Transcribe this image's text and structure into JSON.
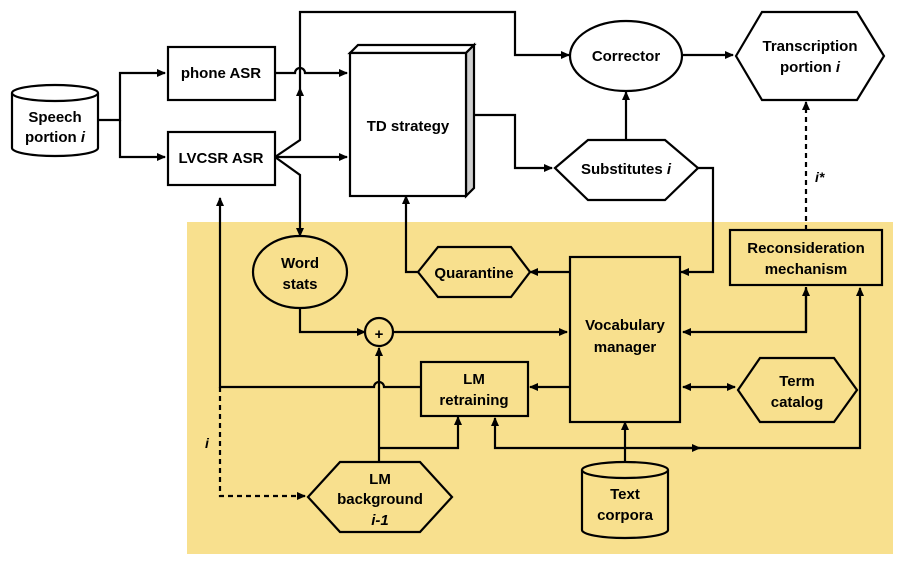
{
  "colors": {
    "region_fill": "#f8e08e",
    "box_fill": "#ffffff",
    "stroke": "#000000"
  },
  "nodes": {
    "speech": {
      "line1": "Speech",
      "line2": "portion",
      "italic": "i"
    },
    "phone_asr": {
      "label": "phone ASR"
    },
    "lvcsr_asr": {
      "label": "LVCSR ASR"
    },
    "td_strategy": {
      "label": "TD strategy"
    },
    "corrector": {
      "label": "Corrector"
    },
    "transcription": {
      "line1": "Transcription",
      "line2": "portion",
      "italic": "i"
    },
    "substitutes": {
      "label": "Substitutes",
      "italic": "i"
    },
    "word_stats": {
      "line1": "Word",
      "line2": "stats"
    },
    "plus": {
      "symbol": "+"
    },
    "quarantine": {
      "label": "Quarantine"
    },
    "vocab_manager": {
      "line1": "Vocabulary",
      "line2": "manager"
    },
    "reconsideration": {
      "line1": "Reconsideration",
      "line2": "mechanism"
    },
    "lm_retraining": {
      "line1": "LM",
      "line2": "retraining"
    },
    "term_catalog": {
      "line1": "Term",
      "line2": "catalog"
    },
    "lm_background": {
      "line1": "LM",
      "line2": "background",
      "line3": "i-1"
    },
    "text_corpora": {
      "line1": "Text",
      "line2": "corpora"
    }
  },
  "edge_labels": {
    "i_star": "i*",
    "i": "i"
  }
}
